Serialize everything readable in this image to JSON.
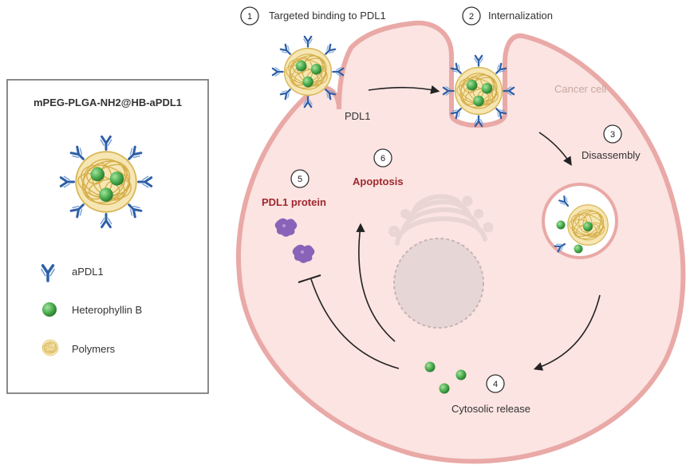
{
  "legend": {
    "title": "mPEG-PLGA-NH2@HB-aPDL1",
    "items": [
      {
        "icon": "antibody-icon",
        "label": "aPDL1"
      },
      {
        "icon": "green-sphere-icon",
        "label": "Heterophyllin B"
      },
      {
        "icon": "polymer-ball-icon",
        "label": "Polymers"
      }
    ]
  },
  "cell": {
    "label": "Cancer cell",
    "receptor_label": "PDL1",
    "protein_label": "PDL1 protein",
    "apoptosis_label": "Apoptosis"
  },
  "steps": [
    {
      "num": "1",
      "label": "Targeted binding to PDL1"
    },
    {
      "num": "2",
      "label": "Internalization"
    },
    {
      "num": "3",
      "label": "Disassembly"
    },
    {
      "num": "4",
      "label": "Cytosolic release"
    },
    {
      "num": "5",
      "label": ""
    },
    {
      "num": "6",
      "label": ""
    }
  ],
  "colors": {
    "cell_fill": "#fbe4e2",
    "cell_stroke": "#e9a9a6",
    "nucleus": "#e9dcdc",
    "antibody": "#2e5fa5",
    "sphere": "#4caf50",
    "polymer": "#d9b757",
    "protein": "#8a62b8",
    "red_text": "#a0282e"
  }
}
